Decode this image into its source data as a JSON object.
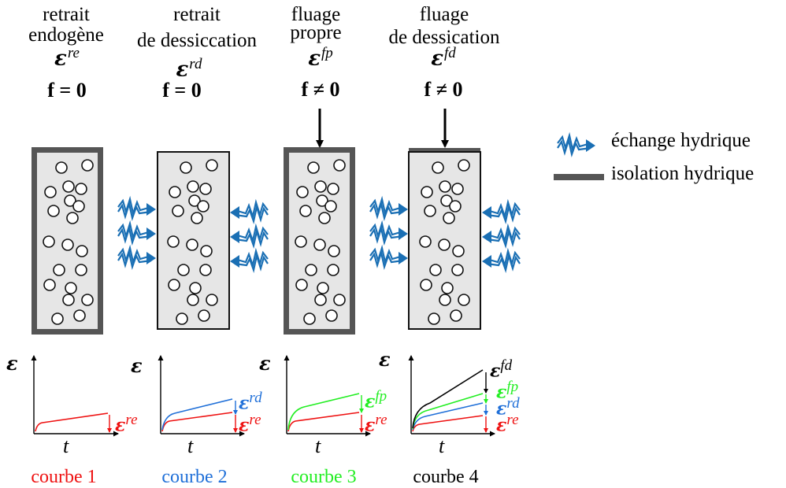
{
  "colors": {
    "red": "#ee1111",
    "blue": "#1f6fd8",
    "green": "#22ee22",
    "black": "#000000",
    "arrow_blue": "#1a6fb4",
    "specimen_fill": "#e6e6e6",
    "specimen_border": "#555555"
  },
  "columns": [
    {
      "title_lines": [
        "retrait",
        "endogène"
      ],
      "symbol": "ε",
      "symbol_sup": "re",
      "condition": "f = 0",
      "caption": "courbe 1",
      "caption_color": "#ee1111",
      "curve_labels": [
        {
          "text": "ε",
          "sup": "re",
          "color": "#ee1111"
        }
      ]
    },
    {
      "title_lines": [
        "retrait",
        "de dessiccation"
      ],
      "symbol": "ε",
      "symbol_sup": "rd",
      "condition": "f = 0",
      "caption": "courbe 2",
      "caption_color": "#1f6fd8",
      "curve_labels": [
        {
          "text": "ε",
          "sup": "rd",
          "color": "#1f6fd8"
        },
        {
          "text": "ε",
          "sup": "re",
          "color": "#ee1111"
        }
      ]
    },
    {
      "title_lines": [
        "fluage",
        "propre"
      ],
      "symbol": "ε",
      "symbol_sup": "fp",
      "condition": "f ≠ 0",
      "caption": "courbe 3",
      "caption_color": "#22ee22",
      "curve_labels": [
        {
          "text": "ε",
          "sup": "fp",
          "color": "#22ee22"
        },
        {
          "text": "ε",
          "sup": "re",
          "color": "#ee1111"
        }
      ]
    },
    {
      "title_lines": [
        "fluage",
        "de dessication"
      ],
      "symbol": "ε",
      "symbol_sup": "fd",
      "condition": "f ≠ 0",
      "caption": "courbe 4",
      "caption_color": "#000000",
      "curve_labels": [
        {
          "text": "ε",
          "sup": "fd",
          "color": "#000000"
        },
        {
          "text": "ε",
          "sup": "fp",
          "color": "#22ee22"
        },
        {
          "text": "ε",
          "sup": "rd",
          "color": "#1f6fd8"
        },
        {
          "text": "ε",
          "sup": "re",
          "color": "#ee1111"
        }
      ]
    }
  ],
  "axes": {
    "y_label": "ε",
    "x_label": "t"
  },
  "legend": {
    "exchange_label": "échange hydrique",
    "exchange_icon": "zigzag-arrow-icon",
    "isolation_label": "isolation hydrique",
    "isolation_icon": "thick-gray-bar-icon"
  }
}
